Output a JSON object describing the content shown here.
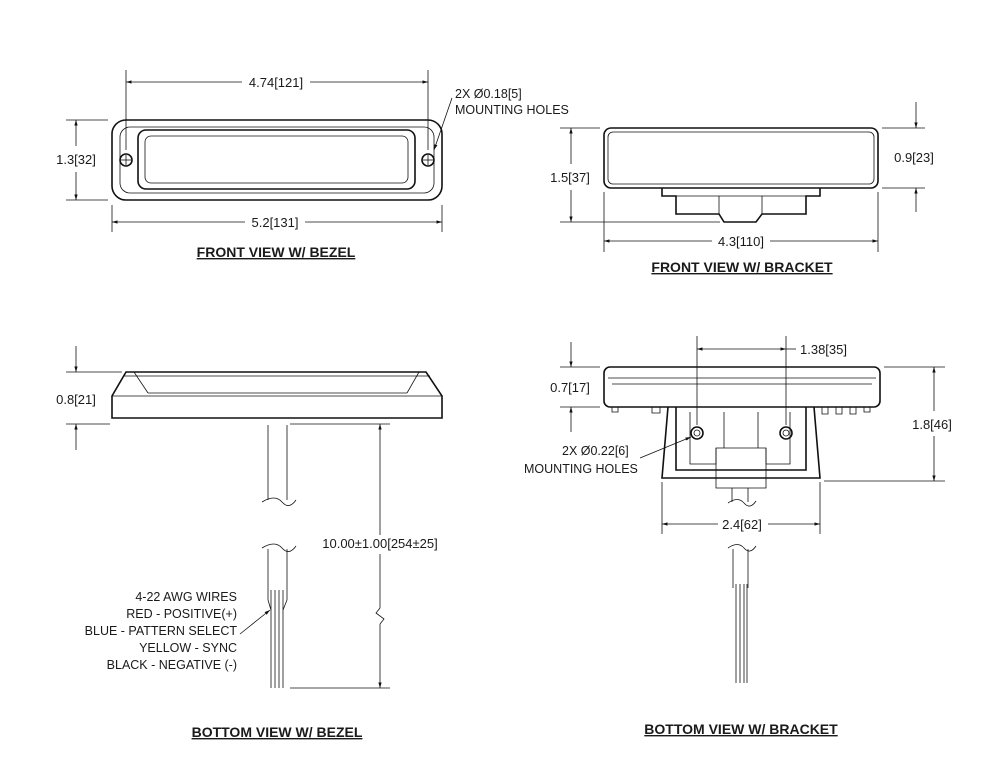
{
  "views": {
    "front_bezel": {
      "title": "FRONT VIEW W/ BEZEL",
      "dim_width_inner": "4.74[121]",
      "dim_width_outer": "5.2[131]",
      "dim_height": "1.3[32]",
      "hole_note_line1": "2X Ø0.18[5]",
      "hole_note_line2": "MOUNTING HOLES"
    },
    "front_bracket": {
      "title": "FRONT VIEW W/ BRACKET",
      "dim_height_total": "1.5[37]",
      "dim_height_body": "0.9[23]",
      "dim_width": "4.3[110]"
    },
    "bottom_bezel": {
      "title": "BOTTOM VIEW W/ BEZEL",
      "dim_height": "0.8[21]",
      "dim_cable": "10.00±1.00[254±25]",
      "wire_note": [
        "4-22 AWG WIRES",
        "RED - POSITIVE(+)",
        "BLUE - PATTERN SELECT",
        "YELLOW - SYNC",
        "BLACK - NEGATIVE (-)"
      ]
    },
    "bottom_bracket": {
      "title": "BOTTOM VIEW W/ BRACKET",
      "dim_hole_spacing": "1.38[35]",
      "dim_height_body": "0.7[17]",
      "dim_height_total": "1.8[46]",
      "dim_width": "2.4[62]",
      "hole_note_line1": "2X Ø0.22[6]",
      "hole_note_line2": "MOUNTING HOLES"
    }
  }
}
